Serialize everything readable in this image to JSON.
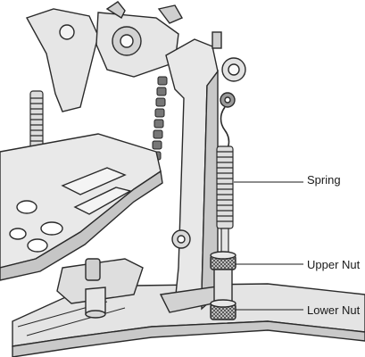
{
  "diagram": {
    "callouts": [
      {
        "id": "spring",
        "label": "Spring"
      },
      {
        "id": "upper-nut",
        "label": "Upper Nut"
      },
      {
        "id": "lower-nut",
        "label": "Lower Nut"
      }
    ],
    "colors": {
      "line": "#2a2a2a",
      "fill_light": "#e9e9e9",
      "fill_mid": "#d6d6d6",
      "fill_dark": "#b8b8b8",
      "background": "#ffffff"
    }
  }
}
